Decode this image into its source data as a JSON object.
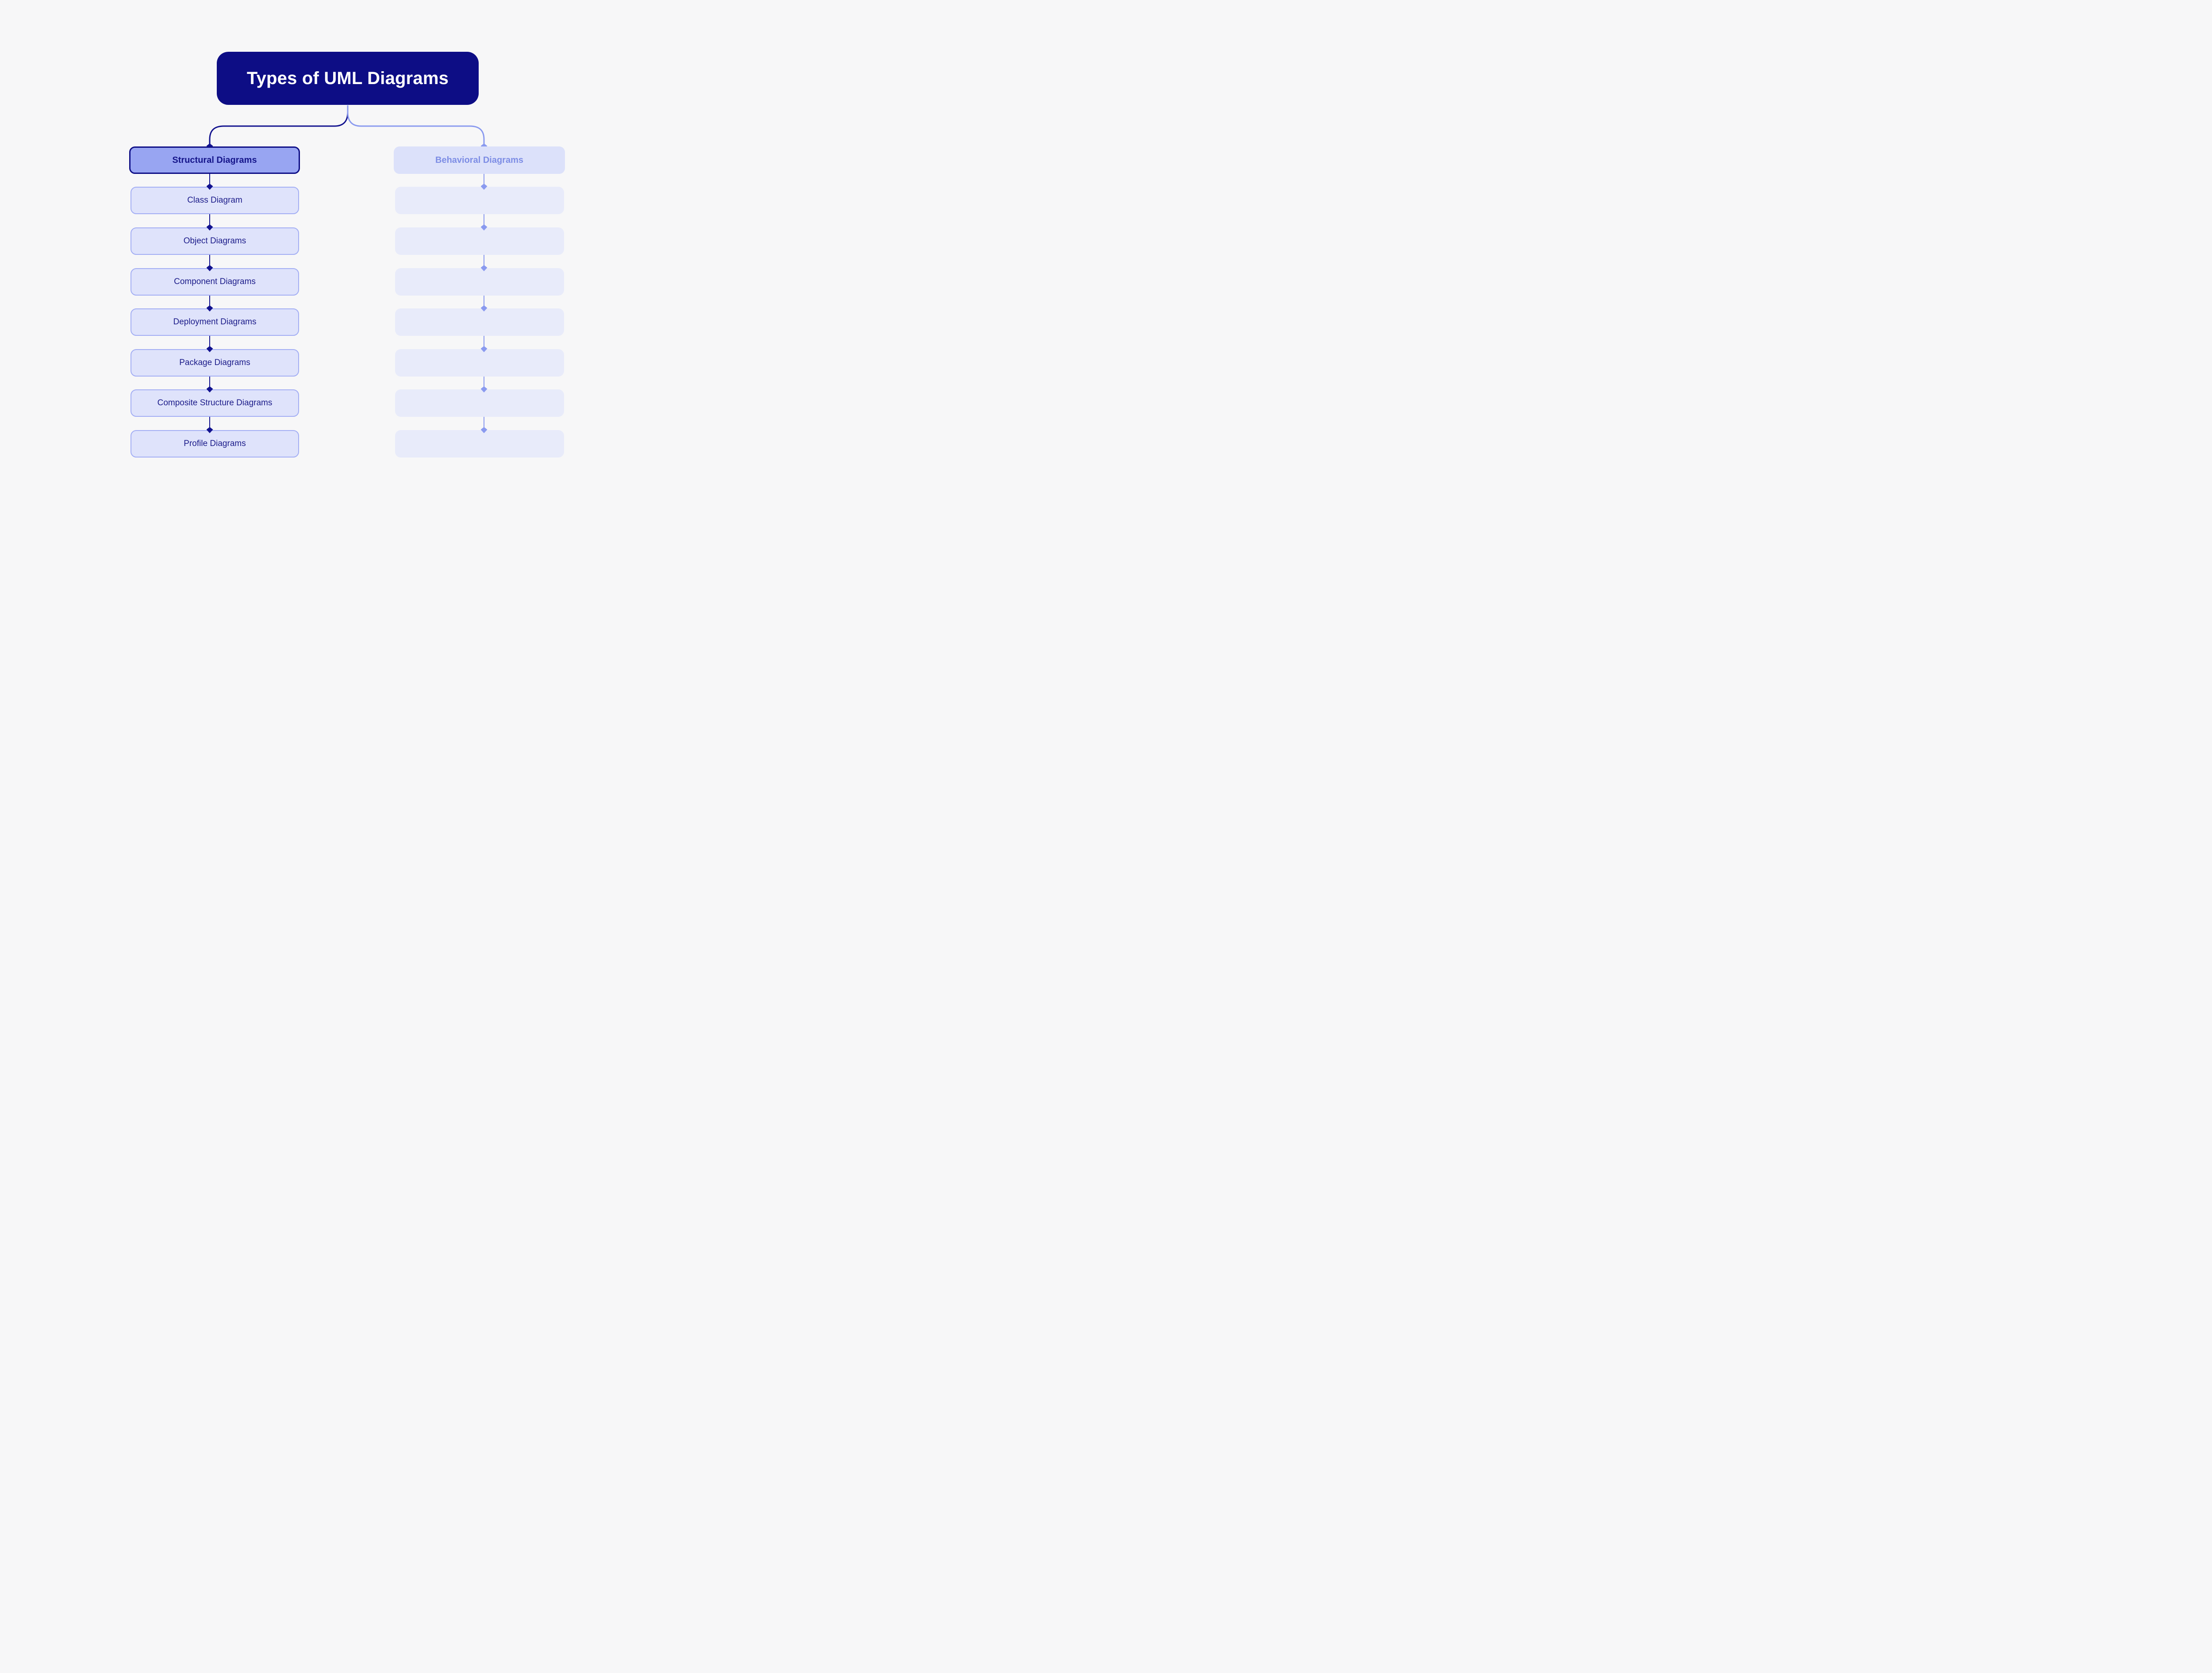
{
  "title": {
    "label": "Types of UML Diagrams"
  },
  "colors": {
    "background": "#F7F7F8",
    "navy": "#12128E",
    "periwinkle": "#8A9AEF",
    "title_bg": "#0D0D85",
    "structural_fill": "#98A5F2",
    "structural_border": "#0E0E86",
    "structural_text": "#15158A",
    "item_fill": "#DFE3FB",
    "item_border": "#A3AEF4",
    "item_text": "#1C1C8A",
    "behavioral_fill": "#DCE1FA",
    "behavioral_text": "#7D8DE5",
    "ghost_fill": "#E8EBFA"
  },
  "branches": {
    "structural": {
      "label": "Structural Diagrams",
      "items": [
        "Class Diagram",
        "Object Diagrams",
        "Component Diagrams",
        "Deployment Diagrams",
        "Package Diagrams",
        "Composite Structure Diagrams",
        "Profile Diagrams"
      ]
    },
    "behavioral": {
      "label": "Behavioral Diagrams",
      "items": [
        "",
        "",
        "",
        "",
        "",
        "",
        ""
      ]
    }
  }
}
